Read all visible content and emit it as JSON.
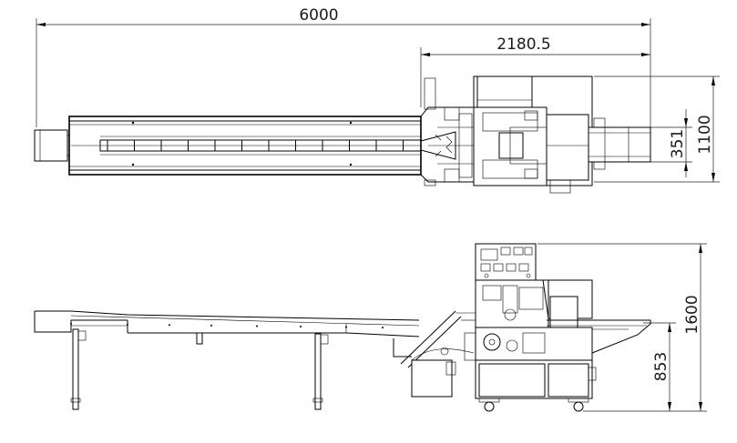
{
  "drawing": {
    "dimensions": {
      "overall_length": "6000",
      "infeed_length": "2180.5",
      "height_top_narrow": "351",
      "overall_width": "1100",
      "overall_height": "1600",
      "working_height": "853"
    }
  }
}
